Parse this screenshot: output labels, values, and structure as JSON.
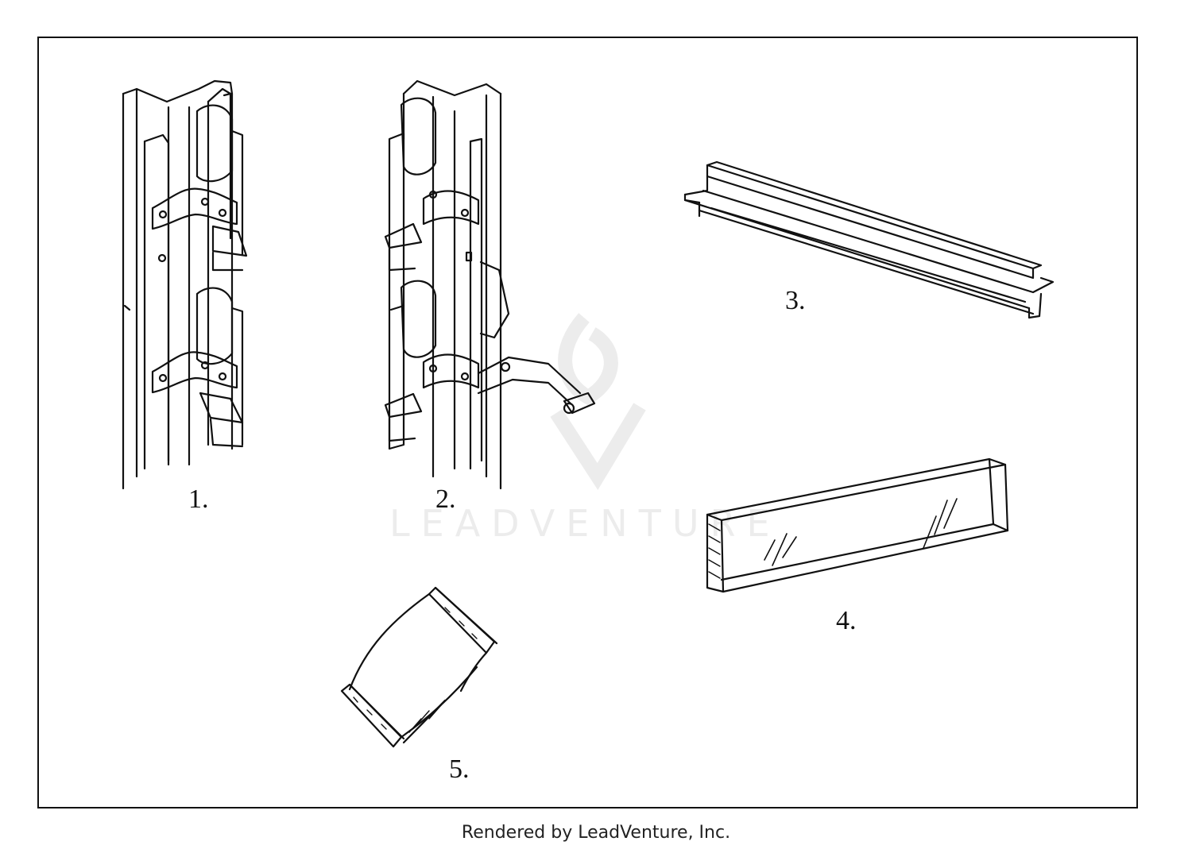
{
  "diagram": {
    "parts": [
      {
        "label": "1."
      },
      {
        "label": "2."
      },
      {
        "label": "3."
      },
      {
        "label": "4."
      },
      {
        "label": "5."
      }
    ]
  },
  "watermark": {
    "text": "LEADVENTURE",
    "color": "#ececec"
  },
  "footer": {
    "text": "Rendered by LeadVenture, Inc."
  }
}
